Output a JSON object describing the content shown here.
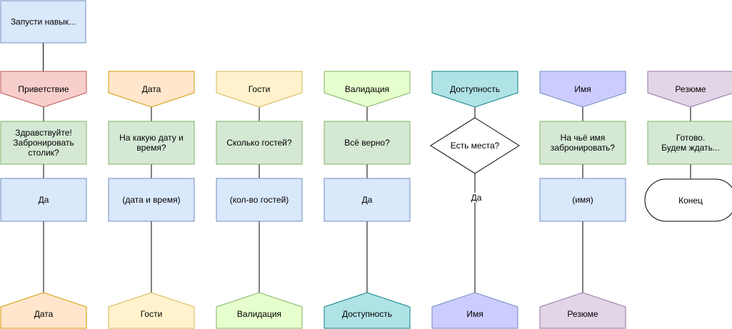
{
  "start": {
    "label": "Запусти навык..."
  },
  "colors": {
    "line": "#000000",
    "blue_fill": "#dae8fc",
    "blue_stroke": "#6c8ebf",
    "green_fill": "#d5e8d4",
    "green_stroke": "#82b366",
    "red_fill": "#f8cecc",
    "red_stroke": "#b85450",
    "orange_fill": "#ffe6cc",
    "orange_stroke": "#d79b00",
    "yellow_fill": "#fff2cc",
    "yellow_stroke": "#d6b656",
    "lightgreen_fill": "#e6ffcc",
    "lightgreen_stroke": "#82b366",
    "teal_fill": "#b0e3e6",
    "teal_stroke": "#0e8088",
    "lavender_fill": "#ccccff",
    "lavender_stroke": "#6c8ebf",
    "purple_fill": "#e1d5e7",
    "purple_stroke": "#9673a6",
    "white_fill": "#ffffff",
    "black_stroke": "#000000"
  },
  "columns": [
    {
      "id": "greeting",
      "header": {
        "label": "Приветствие",
        "color": "red"
      },
      "prompt": {
        "lines": [
          "Здравствуйте!",
          "Забронировать",
          "столик?"
        ]
      },
      "reply": {
        "label": "Да"
      },
      "next": {
        "label": "Дата",
        "color": "orange"
      }
    },
    {
      "id": "date",
      "header": {
        "label": "Дата",
        "color": "orange"
      },
      "prompt": {
        "lines": [
          "На какую дату и",
          "время?"
        ]
      },
      "reply": {
        "label": "(дата и время)"
      },
      "next": {
        "label": "Гости",
        "color": "yellow"
      }
    },
    {
      "id": "guests",
      "header": {
        "label": "Гости",
        "color": "yellow"
      },
      "prompt": {
        "lines": [
          "Сколько гостей?"
        ]
      },
      "reply": {
        "label": "(кол-во гостей)"
      },
      "next": {
        "label": "Валидация",
        "color": "lightgreen"
      }
    },
    {
      "id": "validation",
      "header": {
        "label": "Валидация",
        "color": "lightgreen"
      },
      "prompt": {
        "lines": [
          "Всё верно?"
        ]
      },
      "reply": {
        "label": "Да"
      },
      "next": {
        "label": "Доступность",
        "color": "teal"
      }
    },
    {
      "id": "availability",
      "header": {
        "label": "Доступность",
        "color": "teal"
      },
      "decision": {
        "label": "Есть места?",
        "edge_label": "Да"
      },
      "next": {
        "label": "Имя",
        "color": "lavender"
      }
    },
    {
      "id": "name",
      "header": {
        "label": "Имя",
        "color": "lavender"
      },
      "prompt": {
        "lines": [
          "На чьё имя",
          "забронировать?"
        ]
      },
      "reply": {
        "label": "(имя)"
      },
      "next": {
        "label": "Резюме",
        "color": "purple"
      }
    },
    {
      "id": "summary",
      "header": {
        "label": "Резюме",
        "color": "purple"
      },
      "prompt": {
        "lines": [
          "Готово.",
          "Будем ждать..."
        ]
      },
      "terminal": {
        "label": "Конец"
      }
    }
  ]
}
